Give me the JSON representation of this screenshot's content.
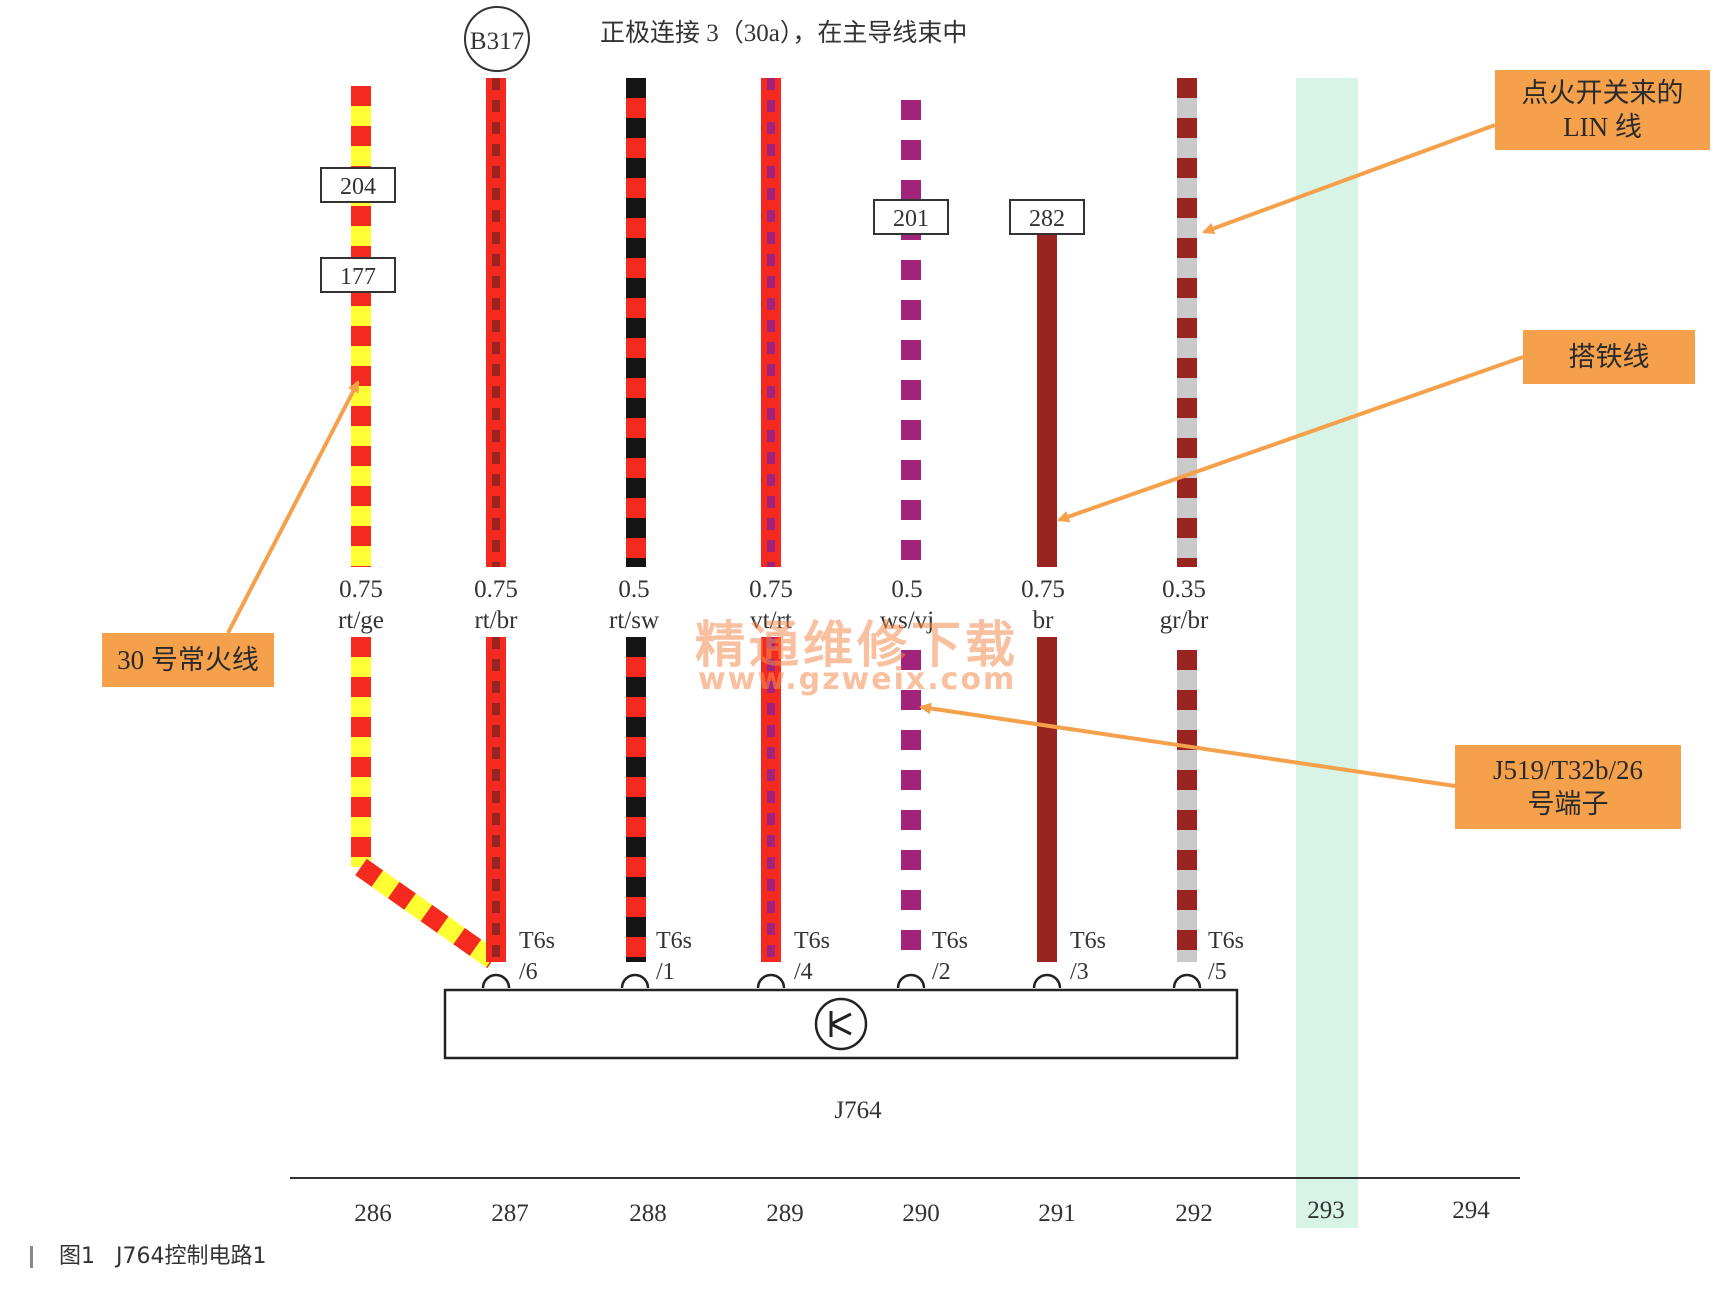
{
  "header": {
    "connector_badge": "B317",
    "title": "正极连接 3（30a），在主导线束中"
  },
  "wire_ids": [
    "204",
    "177",
    "201",
    "282"
  ],
  "wires": [
    {
      "size": "0.75",
      "color_code": "rt/ge",
      "terminal_top": "T6s",
      "terminal_bottom": "/6"
    },
    {
      "size": "0.75",
      "color_code": "rt/br",
      "terminal_top": "T6s",
      "terminal_bottom": "/6"
    },
    {
      "size": "0.5",
      "color_code": "rt/sw",
      "terminal_top": "T6s",
      "terminal_bottom": "/1"
    },
    {
      "size": "0.75",
      "color_code": "vt/rt",
      "terminal_top": "T6s",
      "terminal_bottom": "/4"
    },
    {
      "size": "0.5",
      "color_code": "ws/vj",
      "terminal_top": "T6s",
      "terminal_bottom": "/2"
    },
    {
      "size": "0.75",
      "color_code": "br",
      "terminal_top": "T6s",
      "terminal_bottom": "/3"
    },
    {
      "size": "0.35",
      "color_code": "gr/br",
      "terminal_top": "T6s",
      "terminal_bottom": "/5"
    }
  ],
  "component": {
    "label": "J764",
    "symbol": "key-symbol"
  },
  "grid_numbers": [
    "286",
    "287",
    "288",
    "289",
    "290",
    "291",
    "292",
    "293",
    "294"
  ],
  "callouts": {
    "lin": "点火开关来的\nLIN 线",
    "ground": "搭铁线",
    "terminal": "J519/T32b/26\n号端子",
    "battery": "30 号常火线"
  },
  "watermark": {
    "line1": "精通维修下载",
    "line2": "www.gzweix.com"
  },
  "caption": {
    "figure": "图1",
    "title": "J764控制电路1"
  },
  "colors": {
    "red": "#f42a20",
    "yellow": "#ffff33",
    "brown": "#9a2420",
    "black": "#151515",
    "violet": "#a1247a",
    "grey": "#c9c9c9",
    "callout": "#f5a04b",
    "highlight": "#d7f4e6"
  }
}
